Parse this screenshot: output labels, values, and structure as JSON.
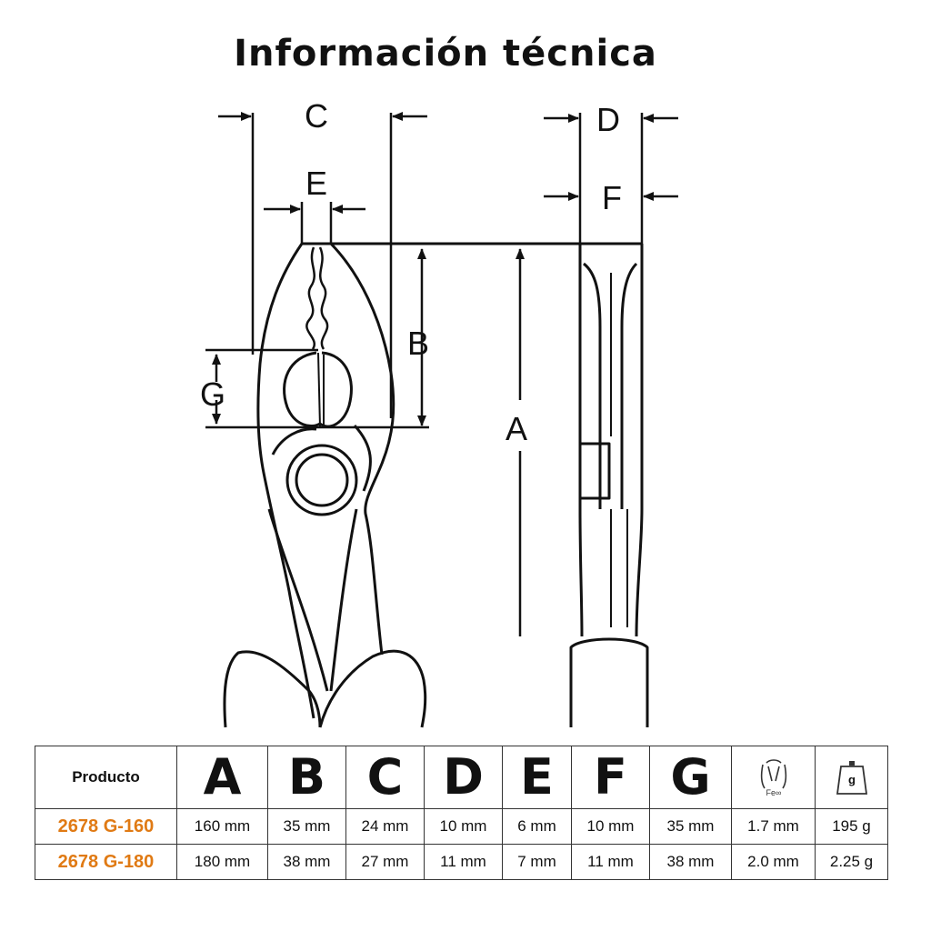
{
  "title": "Información técnica",
  "diagram": {
    "labels": {
      "A": "A",
      "B": "B",
      "C": "C",
      "D": "D",
      "E": "E",
      "F": "F",
      "G": "G"
    }
  },
  "table": {
    "product_header": "Producto",
    "columns": [
      "A",
      "B",
      "C",
      "D",
      "E",
      "F",
      "G"
    ],
    "icons": [
      {
        "name": "cutting-capacity-icon",
        "text": "Fe∞"
      },
      {
        "name": "weight-icon",
        "text": "g"
      }
    ],
    "rows": [
      {
        "product": "2678 G-160",
        "values": [
          "160 mm",
          "35 mm",
          "24 mm",
          "10 mm",
          "6 mm",
          "10 mm",
          "35 mm",
          "1.7 mm",
          "195 g"
        ]
      },
      {
        "product": "2678 G-180",
        "values": [
          "180 mm",
          "38 mm",
          "27 mm",
          "11 mm",
          "7 mm",
          "11 mm",
          "38 mm",
          "2.0 mm",
          "2.25 g"
        ]
      }
    ]
  }
}
